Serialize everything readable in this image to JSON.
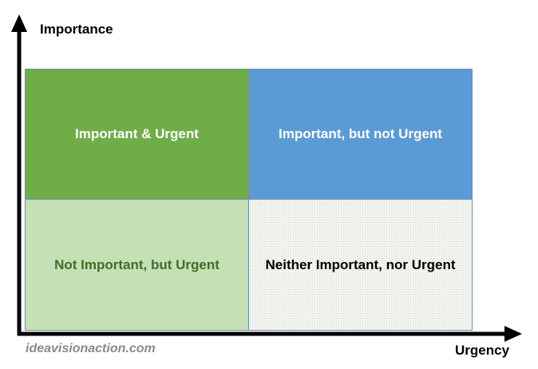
{
  "axes": {
    "y_label": "Importance",
    "x_label": "Urgency"
  },
  "quadrants": [
    {
      "id": "top-left",
      "label": "Important & Urgent",
      "fill": "#70ad47",
      "text_color": "#ffffff"
    },
    {
      "id": "top-right",
      "label": "Important, but not Urgent",
      "fill": "#5b9bd5",
      "text_color": "#ffffff"
    },
    {
      "id": "bottom-left",
      "label": "Not Important, but Urgent",
      "fill": "#c5e0b4",
      "text_color": "#3f6e2a"
    },
    {
      "id": "bottom-right",
      "label": "Neither Important, nor Urgent",
      "fill": "#f5f6f2",
      "text_color": "#000000"
    }
  ],
  "watermark": {
    "text": "ideavisionaction.com",
    "color": "#8a8a8a"
  },
  "colors": {
    "axis": "#000000",
    "grid_border": "#6f8fb0"
  }
}
